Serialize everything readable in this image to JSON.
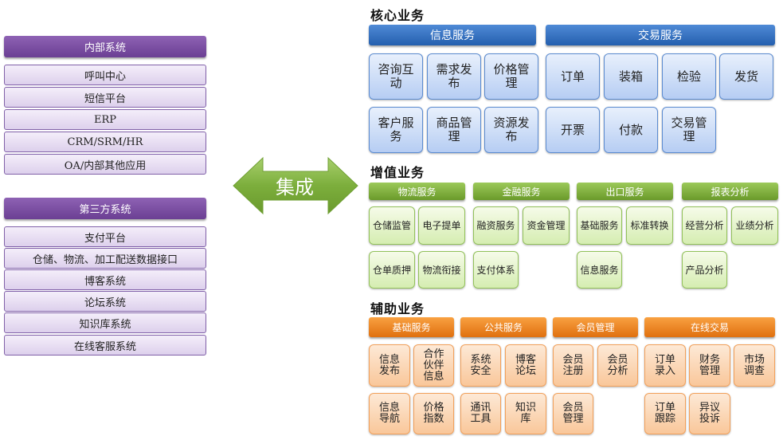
{
  "left": {
    "internal": {
      "title": "内部系统",
      "items": [
        "呼叫中心",
        "短信平台",
        "ERP",
        "CRM/SRM/HR",
        "OA/内部其他应用"
      ]
    },
    "third_party": {
      "title": "第三方系统",
      "items": [
        "支付平台",
        "仓储、物流、加工配送数据接口",
        "博客系统",
        "论坛系统",
        "知识库系统",
        "在线客服系统"
      ]
    }
  },
  "arrow": {
    "label": "集成",
    "color": "#77a83a"
  },
  "core": {
    "title": "核心业务",
    "color": "#2f6ebf",
    "groups": [
      {
        "title": "信息服务",
        "tiles": [
          "咨询互动",
          "需求发布",
          "价格管理",
          "客户服务",
          "商品管理",
          "资源发布"
        ]
      },
      {
        "title": "交易服务",
        "tiles": [
          "订单",
          "装箱",
          "检验",
          "发货",
          "开票",
          "付款",
          "交易管理"
        ]
      }
    ]
  },
  "value_added": {
    "title": "增值业务",
    "color": "#7aab3a",
    "groups": [
      {
        "title": "物流服务",
        "tiles": [
          "仓储监管",
          "电子提单",
          "仓单质押",
          "物流衔接"
        ]
      },
      {
        "title": "金融服务",
        "tiles": [
          "融资服务",
          "资金管理",
          "支付体系"
        ]
      },
      {
        "title": "出口服务",
        "tiles": [
          "基础服务",
          "标准转换",
          "信息服务"
        ]
      },
      {
        "title": "报表分析",
        "tiles": [
          "经营分析",
          "业绩分析",
          "产品分析"
        ]
      }
    ]
  },
  "auxiliary": {
    "title": "辅助业务",
    "color": "#ef8420",
    "groups": [
      {
        "title": "基础服务",
        "tiles": [
          "信息发布",
          "合作伙伴信息",
          "信息导航",
          "价格指数"
        ]
      },
      {
        "title": "公共服务",
        "tiles": [
          "系统安全",
          "博客论坛",
          "通讯工具",
          "知识库"
        ]
      },
      {
        "title": "会员管理",
        "tiles": [
          "会员注册",
          "会员分析",
          "会员管理"
        ]
      },
      {
        "title": "在线交易",
        "tiles": [
          "订单录入",
          "财务管理",
          "市场调查",
          "订单跟踪",
          "异议投诉"
        ]
      }
    ]
  }
}
